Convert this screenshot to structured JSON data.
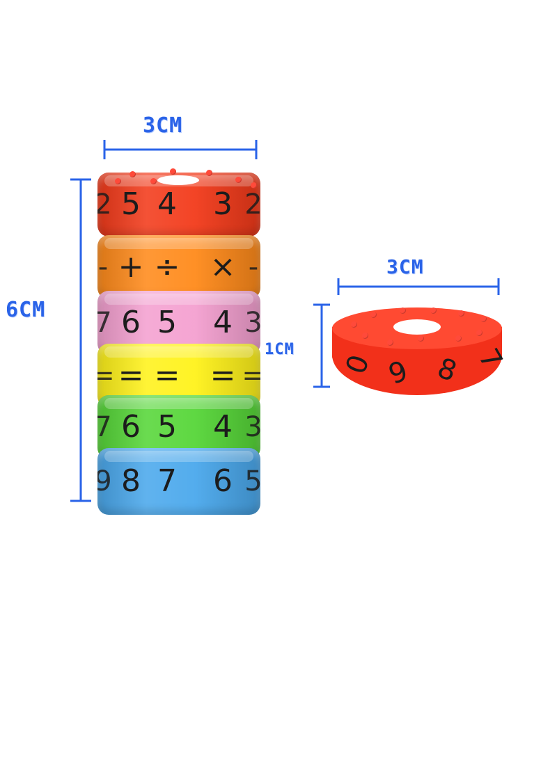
{
  "dimensions": {
    "stack_width": "3CM",
    "stack_height": "6CM",
    "single_width": "3CM",
    "single_height": "1CM"
  },
  "stack": [
    {
      "color": "#f23a1a",
      "symbols": [
        "2",
        "5",
        "4",
        "3",
        "2"
      ]
    },
    {
      "color": "#ff8a1a",
      "symbols": [
        "-",
        "+",
        "÷",
        "×",
        "-"
      ]
    },
    {
      "color": "#f4a0d0",
      "symbols": [
        "7",
        "6",
        "5",
        "4",
        "3"
      ]
    },
    {
      "color": "#fff21a",
      "symbols": [
        "=",
        "=",
        "=",
        "=",
        "="
      ]
    },
    {
      "color": "#56d638",
      "symbols": [
        "7",
        "6",
        "5",
        "4",
        "3"
      ]
    },
    {
      "color": "#4aa8ec",
      "symbols": [
        "9",
        "8",
        "7",
        "6",
        "5"
      ]
    }
  ],
  "single_ring": {
    "color": "#f2301a",
    "symbols": [
      "0",
      "9",
      "8",
      "7"
    ]
  },
  "colors": {
    "annotation": "#2a63e8"
  }
}
